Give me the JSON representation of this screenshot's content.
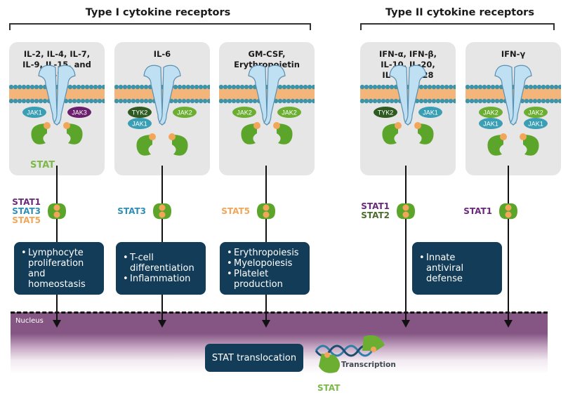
{
  "groups": [
    {
      "title": "Type I cytokine receptors"
    },
    {
      "title": "Type II cytokine receptors"
    }
  ],
  "receptors": [
    {
      "title": "IL-2, IL-4, IL-7,\nIL-9, IL-15, and\nIL-21",
      "kinases_left": [
        "JAK1"
      ],
      "kinases_right": [
        "JAK3"
      ],
      "stat_caption": "STAT",
      "stats": [
        {
          "name": "STAT1",
          "color": "#6a2a7a"
        },
        {
          "name": "STAT3",
          "color": "#2f8fb5"
        },
        {
          "name": "STAT5",
          "color": "#f2a65a"
        }
      ],
      "functions": [
        "Lymphocyte proliferation and homeostasis"
      ]
    },
    {
      "title": "IL-6",
      "kinases_left": [
        "TYK2",
        "JAK1"
      ],
      "kinases_right": [
        "JAK2"
      ],
      "stats": [
        {
          "name": "STAT3",
          "color": "#2f8fb5"
        }
      ],
      "functions": [
        "T-cell differentiation",
        "Inflammation"
      ]
    },
    {
      "title": "GM-CSF,\nErythropoietin",
      "kinases_left": [
        "JAK2"
      ],
      "kinases_right": [
        "JAK2"
      ],
      "stats": [
        {
          "name": "STAT5",
          "color": "#f2a65a"
        }
      ],
      "functions": [
        "Erythropoiesis",
        "Myelopoiesis",
        "Platelet production"
      ]
    },
    {
      "title": "IFN-α, IFN-β,\nIL-10, IL-20,\nIL-22, IL-28",
      "kinases_left": [
        "TYK2"
      ],
      "kinases_right": [
        "JAK1"
      ],
      "stats": [
        {
          "name": "STAT1",
          "color": "#6a2a7a"
        },
        {
          "name": "STAT2",
          "color": "#4e6b2e"
        }
      ],
      "functions": [
        "Innate antiviral defense"
      ]
    },
    {
      "title": "IFN-γ",
      "kinases_left": [
        "JAK2",
        "JAK1"
      ],
      "kinases_right": [
        "JAK2",
        "JAK1"
      ],
      "stats": [
        {
          "name": "STAT1",
          "color": "#6a2a7a"
        }
      ],
      "functions": []
    }
  ],
  "kinase_colors": {
    "JAK1": "#3a9fb5",
    "JAK2": "#6cae32",
    "JAK3": "#6b1e6e",
    "TYK2": "#2f5a22"
  },
  "colors": {
    "box": "#123c58",
    "nucleus": "#855684",
    "stat_green": "#5aa52a",
    "stat_caption": "#7cb94a"
  },
  "nucleus": {
    "label": "Nucleus"
  },
  "translocation": {
    "label": "STAT translocation"
  },
  "transcription": {
    "label": "Transcription",
    "stat_label": "STAT"
  }
}
